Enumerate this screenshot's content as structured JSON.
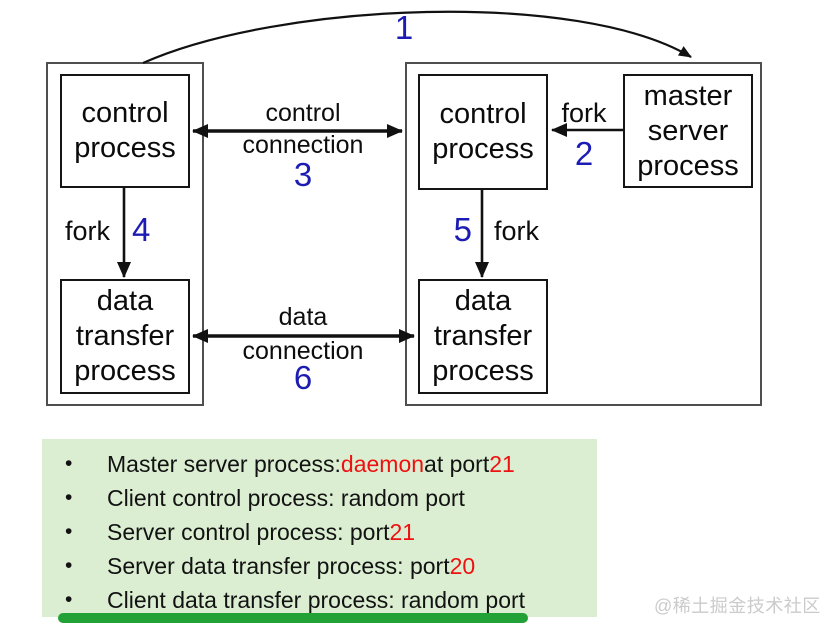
{
  "colors": {
    "accent_blue": "#1c1cb4",
    "accent_red": "#ee1111",
    "notes_bg": "#dbeed2",
    "underline_green": "#21a136",
    "watermark_gray": "#cbcbcb"
  },
  "diagram": {
    "client": {
      "control_label": "control\nprocess",
      "data_label": "data\ntransfer\nprocess",
      "fork_label": "fork"
    },
    "server": {
      "control_label": "control\nprocess",
      "master_label": "master\nserver\nprocess",
      "data_label": "data\ntransfer\nprocess",
      "fork_top_label": "fork",
      "fork_bottom_label": "fork"
    },
    "connections": {
      "control": {
        "line1": "control",
        "line2": "connection"
      },
      "data": {
        "line1": "data",
        "line2": "connection"
      }
    },
    "step_numbers": {
      "s1": "1",
      "s2": "2",
      "s3": "3",
      "s4": "4",
      "s5": "5",
      "s6": "6"
    }
  },
  "notes": {
    "bullet_glyph": "•",
    "items": [
      {
        "segments": [
          {
            "text": "Master server process: "
          },
          {
            "text": "daemon",
            "red": true
          },
          {
            "text": " at port "
          },
          {
            "text": "21",
            "red": true
          }
        ]
      },
      {
        "segments": [
          {
            "text": "Client control process: random port"
          }
        ]
      },
      {
        "segments": [
          {
            "text": "Server control process: port "
          },
          {
            "text": "21",
            "red": true
          }
        ]
      },
      {
        "segments": [
          {
            "text": "Server data transfer process: port "
          },
          {
            "text": "20",
            "red": true
          }
        ]
      },
      {
        "segments": [
          {
            "text": "Client data transfer process: random port"
          }
        ]
      }
    ]
  },
  "watermark": {
    "text": "@稀土掘金技术社区"
  }
}
